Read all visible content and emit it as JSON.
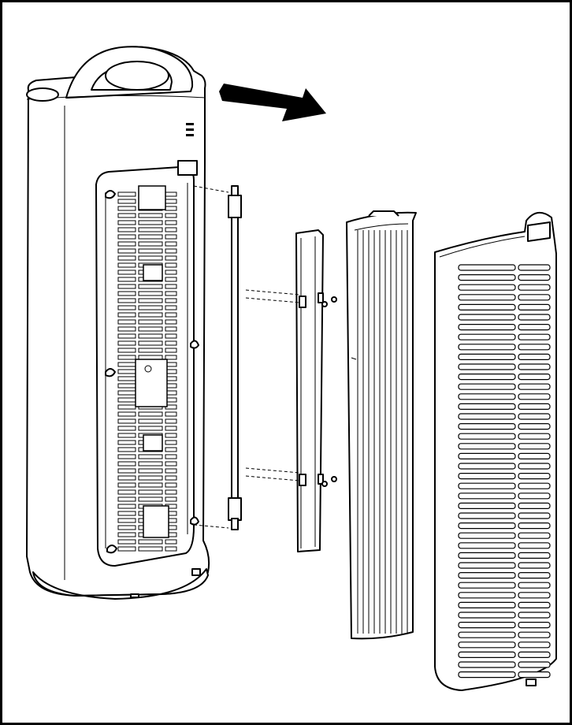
{
  "diagram": {
    "parts": [
      {
        "name": "purifier-tower-body",
        "visible_text": ""
      },
      {
        "name": "uv-bulb",
        "visible_text": ""
      },
      {
        "name": "bulb-bracket",
        "visible_text": ""
      },
      {
        "name": "filter-panel",
        "visible_text": ""
      },
      {
        "name": "front-grille",
        "visible_text": ""
      }
    ],
    "arrow_direction": "right",
    "colors": {
      "line": "#000000",
      "background": "#ffffff"
    }
  }
}
